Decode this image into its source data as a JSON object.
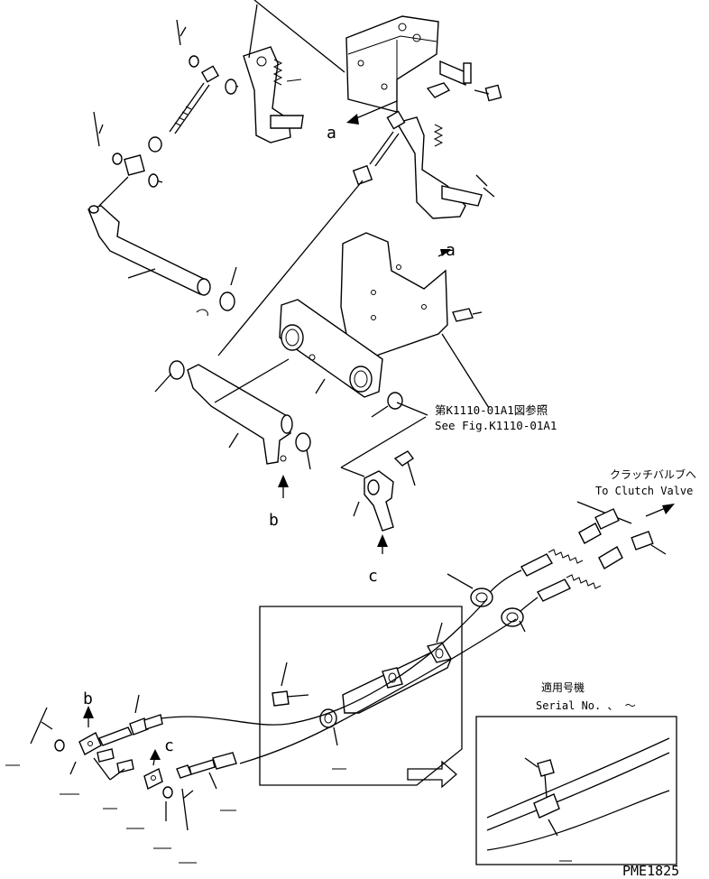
{
  "callouts": {
    "a1": "a",
    "a2": "a",
    "b1": "b",
    "b2": "b",
    "c1": "c",
    "c2": "c"
  },
  "notes": {
    "ref_jp": "第K1110-01A1図参照",
    "ref_en": "See Fig.K1110-01A1",
    "clutch_jp": "クラッチバルブへ",
    "clutch_en": "To Clutch Valve",
    "serial_jp": "適用号機",
    "serial_en": "Serial No.  、 ～"
  },
  "drawing_id": "PME1825"
}
